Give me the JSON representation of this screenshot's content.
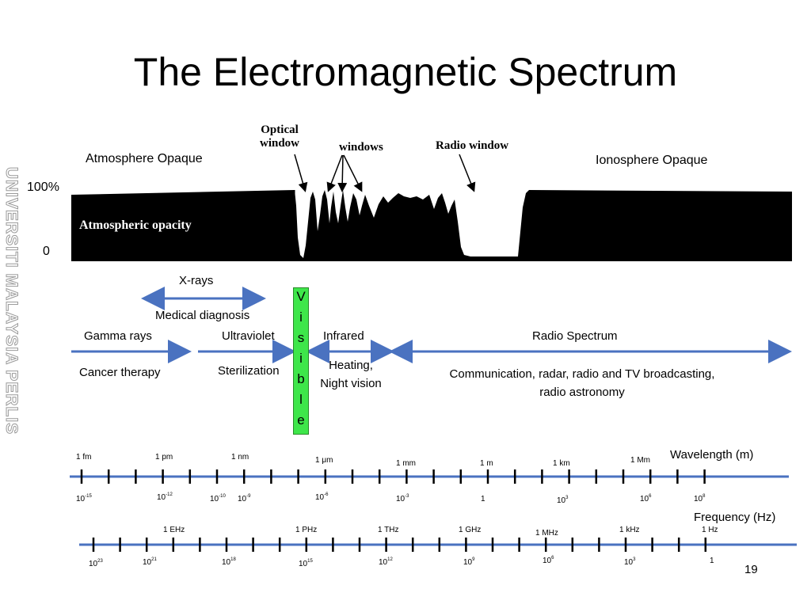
{
  "title": "The Electromagnetic Spectrum",
  "watermark": "UNIVERSITI MALAYSIA PERLIS",
  "opacity_chart": {
    "label_100": "100%",
    "label_0": "0",
    "inside_label": "Atmospheric opacity",
    "atmosphere_opaque": "Atmosphere Opaque",
    "ionosphere_opaque": "Ionosphere Opaque",
    "optical_window": [
      "Optical",
      "window"
    ],
    "windows": "windows",
    "radio_window": "Radio window"
  },
  "bands": {
    "xrays": "X-rays",
    "medical": "Medical diagnosis",
    "gamma": "Gamma rays",
    "cancer": "Cancer therapy",
    "uv": "Ultraviolet",
    "sterilization": "Sterilization",
    "visible_letters": [
      "V",
      "i",
      "s",
      "i",
      "b",
      "l",
      "e"
    ],
    "infrared": "Infrared",
    "heating": [
      "Heating,",
      "Night vision"
    ],
    "radio": "Radio Spectrum",
    "communication": [
      "Communication, radar, radio and TV broadcasting,",
      "radio astronomy"
    ]
  },
  "wavelength_axis": {
    "label": "Wavelength (m)",
    "units": [
      "1 fm",
      "1 pm",
      "1 nm",
      "1 μm",
      "1 mm",
      "1 m",
      "1 km",
      "1 Mm"
    ],
    "powers": [
      {
        "base": "10",
        "exp": "-15"
      },
      {
        "base": "10",
        "exp": "-12"
      },
      {
        "base": "10",
        "exp": "-10"
      },
      {
        "base": "10",
        "exp": "-9"
      },
      {
        "base": "10",
        "exp": "-6"
      },
      {
        "base": "10",
        "exp": "-3"
      },
      {
        "base": "1",
        "exp": ""
      },
      {
        "base": "10",
        "exp": "3"
      },
      {
        "base": "10",
        "exp": "6"
      },
      {
        "base": "10",
        "exp": "8"
      }
    ]
  },
  "frequency_axis": {
    "label": "Frequency (Hz)",
    "units": [
      "1 EHz",
      "1 PHz",
      "1 THz",
      "1 GHz",
      "1 MHz",
      "1 kHz",
      "1 Hz"
    ],
    "powers": [
      {
        "base": "10",
        "exp": "23"
      },
      {
        "base": "10",
        "exp": "21"
      },
      {
        "base": "10",
        "exp": "18"
      },
      {
        "base": "10",
        "exp": "15"
      },
      {
        "base": "10",
        "exp": "12"
      },
      {
        "base": "10",
        "exp": "9"
      },
      {
        "base": "10",
        "exp": "6"
      },
      {
        "base": "10",
        "exp": "3"
      },
      {
        "base": "1",
        "exp": ""
      }
    ]
  },
  "page_number": "19",
  "colors": {
    "arrow": "#4a72c0",
    "visible": "#3ee64a",
    "opacity": "#000000"
  }
}
